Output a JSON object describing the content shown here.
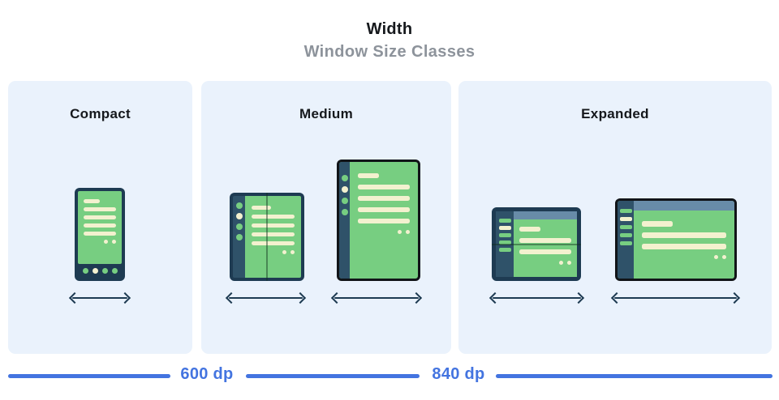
{
  "header": {
    "title": "Width",
    "subtitle": "Window Size Classes"
  },
  "panels": [
    {
      "id": "compact",
      "label": "Compact",
      "devices": [
        "phone"
      ]
    },
    {
      "id": "medium",
      "label": "Medium",
      "devices": [
        "open-foldable",
        "portrait-tablet"
      ]
    },
    {
      "id": "expanded",
      "label": "Expanded",
      "devices": [
        "landscape-foldable",
        "desktop"
      ]
    }
  ],
  "ruler": {
    "labels": [
      "600 dp",
      "840 dp"
    ]
  },
  "icons": {
    "width_arrow": "double-headed-horizontal-arrow"
  },
  "colors": {
    "background": "#ffffff",
    "panel_bg": "#eaf2fc",
    "frame_navy": "#1e3b52",
    "rail_navy": "#2f5269",
    "screen_green": "#77ce81",
    "line_cream": "#f3f1cf",
    "header_blue": "#688ca8",
    "device_black": "#111418",
    "ruler_blue": "#4374e0",
    "subtitle_gray": "#8d939b",
    "heading_black": "#15181c",
    "fold_shadow": "rgba(18,48,28,0.45)"
  }
}
